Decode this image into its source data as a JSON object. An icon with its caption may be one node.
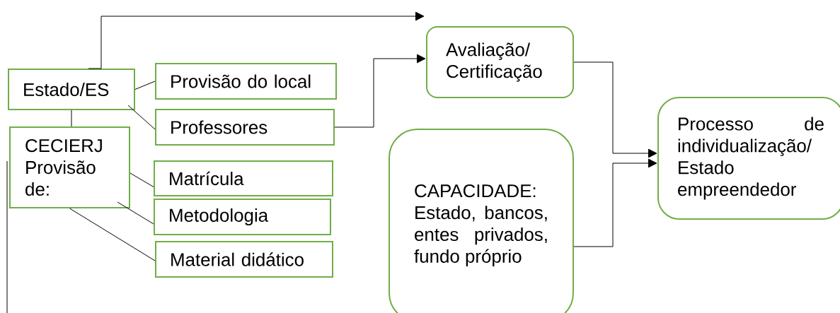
{
  "diagram": {
    "nodes": [
      {
        "text": [
          "Estado/ES"
        ]
      },
      {
        "text": [
          "Provisão do local"
        ]
      },
      {
        "text": [
          "Professores"
        ]
      },
      {
        "text": [
          "CECIERJ Provisão de:"
        ]
      },
      {
        "text": [
          "Matrícula"
        ]
      },
      {
        "text": [
          "Metodologia"
        ]
      },
      {
        "text": [
          "Material didático"
        ]
      },
      {
        "text": [
          "Avaliação/ Certificação"
        ]
      },
      {
        "text": [
          "CAPACIDADE: Estado, bancos, entes privados, fundo próprio"
        ]
      },
      {
        "text": [
          "Processo de individualização/ Estado empreendedor"
        ]
      }
    ],
    "edges": [
      {
        "from": 0,
        "to": 1,
        "arrow": "none"
      },
      {
        "from": 0,
        "to": 2,
        "arrow": "none"
      },
      {
        "from": 0,
        "to": 3,
        "arrow": "none"
      },
      {
        "from": 3,
        "to": 4,
        "arrow": "none"
      },
      {
        "from": 3,
        "to": 5,
        "arrow": "none"
      },
      {
        "from": 3,
        "to": 6,
        "arrow": "none"
      },
      {
        "from": 0,
        "to": null,
        "arrow": "to"
      },
      {
        "from": 2,
        "to": 7,
        "arrow": "to"
      },
      {
        "from": 7,
        "to": 9,
        "arrow": "to"
      },
      {
        "from": 8,
        "to": 9,
        "arrow": "to"
      }
    ]
  }
}
